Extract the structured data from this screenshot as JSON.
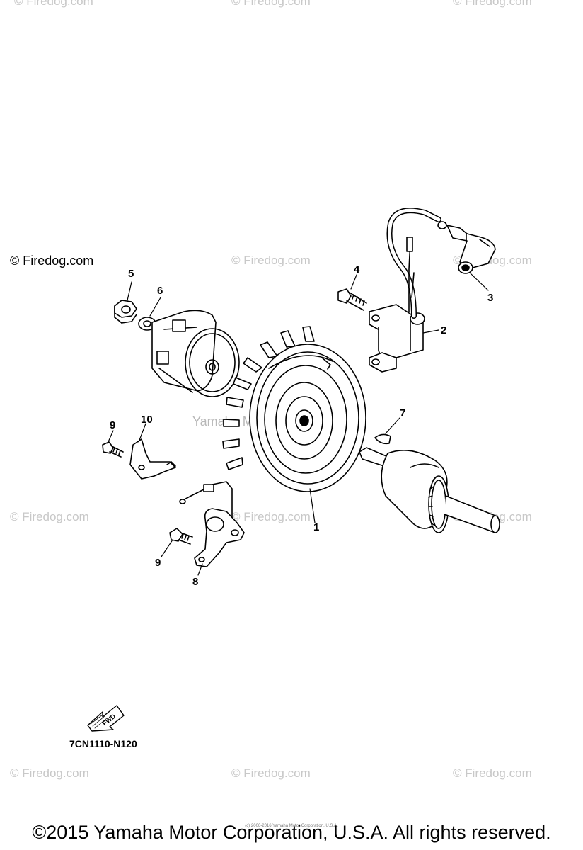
{
  "watermarks": {
    "text": "© Firedog.com",
    "center_text": "Yamaha Motor Corp., U.S.A."
  },
  "callouts": {
    "c1": "1",
    "c2": "2",
    "c3": "3",
    "c4": "4",
    "c5": "5",
    "c6": "6",
    "c7": "7",
    "c8": "8",
    "c9a": "9",
    "c9b": "9",
    "c10": "10"
  },
  "fwd_label": "FWD",
  "diagram_code": "7CN1110-N120",
  "footer": "©2015 Yamaha Motor Corporation, U.S.A. All rights reserved.",
  "tiny_copyright": "(c) 2006-2016 Yamaha Motor Corporation, U.S.A."
}
